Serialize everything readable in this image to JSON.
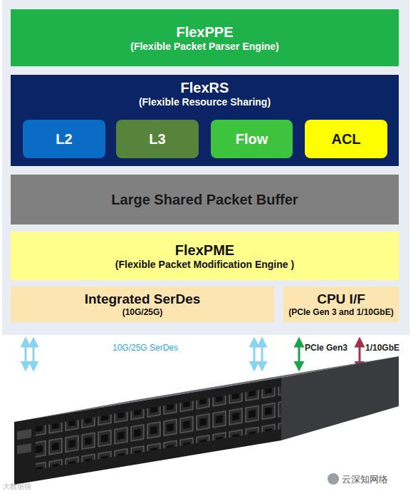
{
  "diagram": {
    "nodes": [
      {
        "text": [
          "FlexPPE",
          "(Flexible Packet Parser Engine)"
        ]
      },
      {
        "text": [
          "FlexRS",
          "(Flexible Resource Sharing)"
        ]
      },
      {
        "text": [
          "L2"
        ],
        "in": 1
      },
      {
        "text": [
          "L3"
        ],
        "in": 1
      },
      {
        "text": [
          "Flow"
        ],
        "in": 1
      },
      {
        "text": [
          "ACL"
        ],
        "in": 1
      },
      {
        "text": [
          "Large Shared Packet Buffer"
        ]
      },
      {
        "text": [
          "FlexPME",
          "(Flexible Packet Modification Engine )"
        ]
      },
      {
        "text": [
          "Integrated SerDes",
          "(10G/25G)"
        ]
      },
      {
        "text": [
          "CPU I/F",
          "(PCIe Gen 3 and 1/10GbE)"
        ]
      }
    ],
    "labels": [
      "10G/25G SerDes",
      "PCIe Gen3",
      "1/10GbE",
      "云深知网络",
      "大数据猫"
    ]
  }
}
